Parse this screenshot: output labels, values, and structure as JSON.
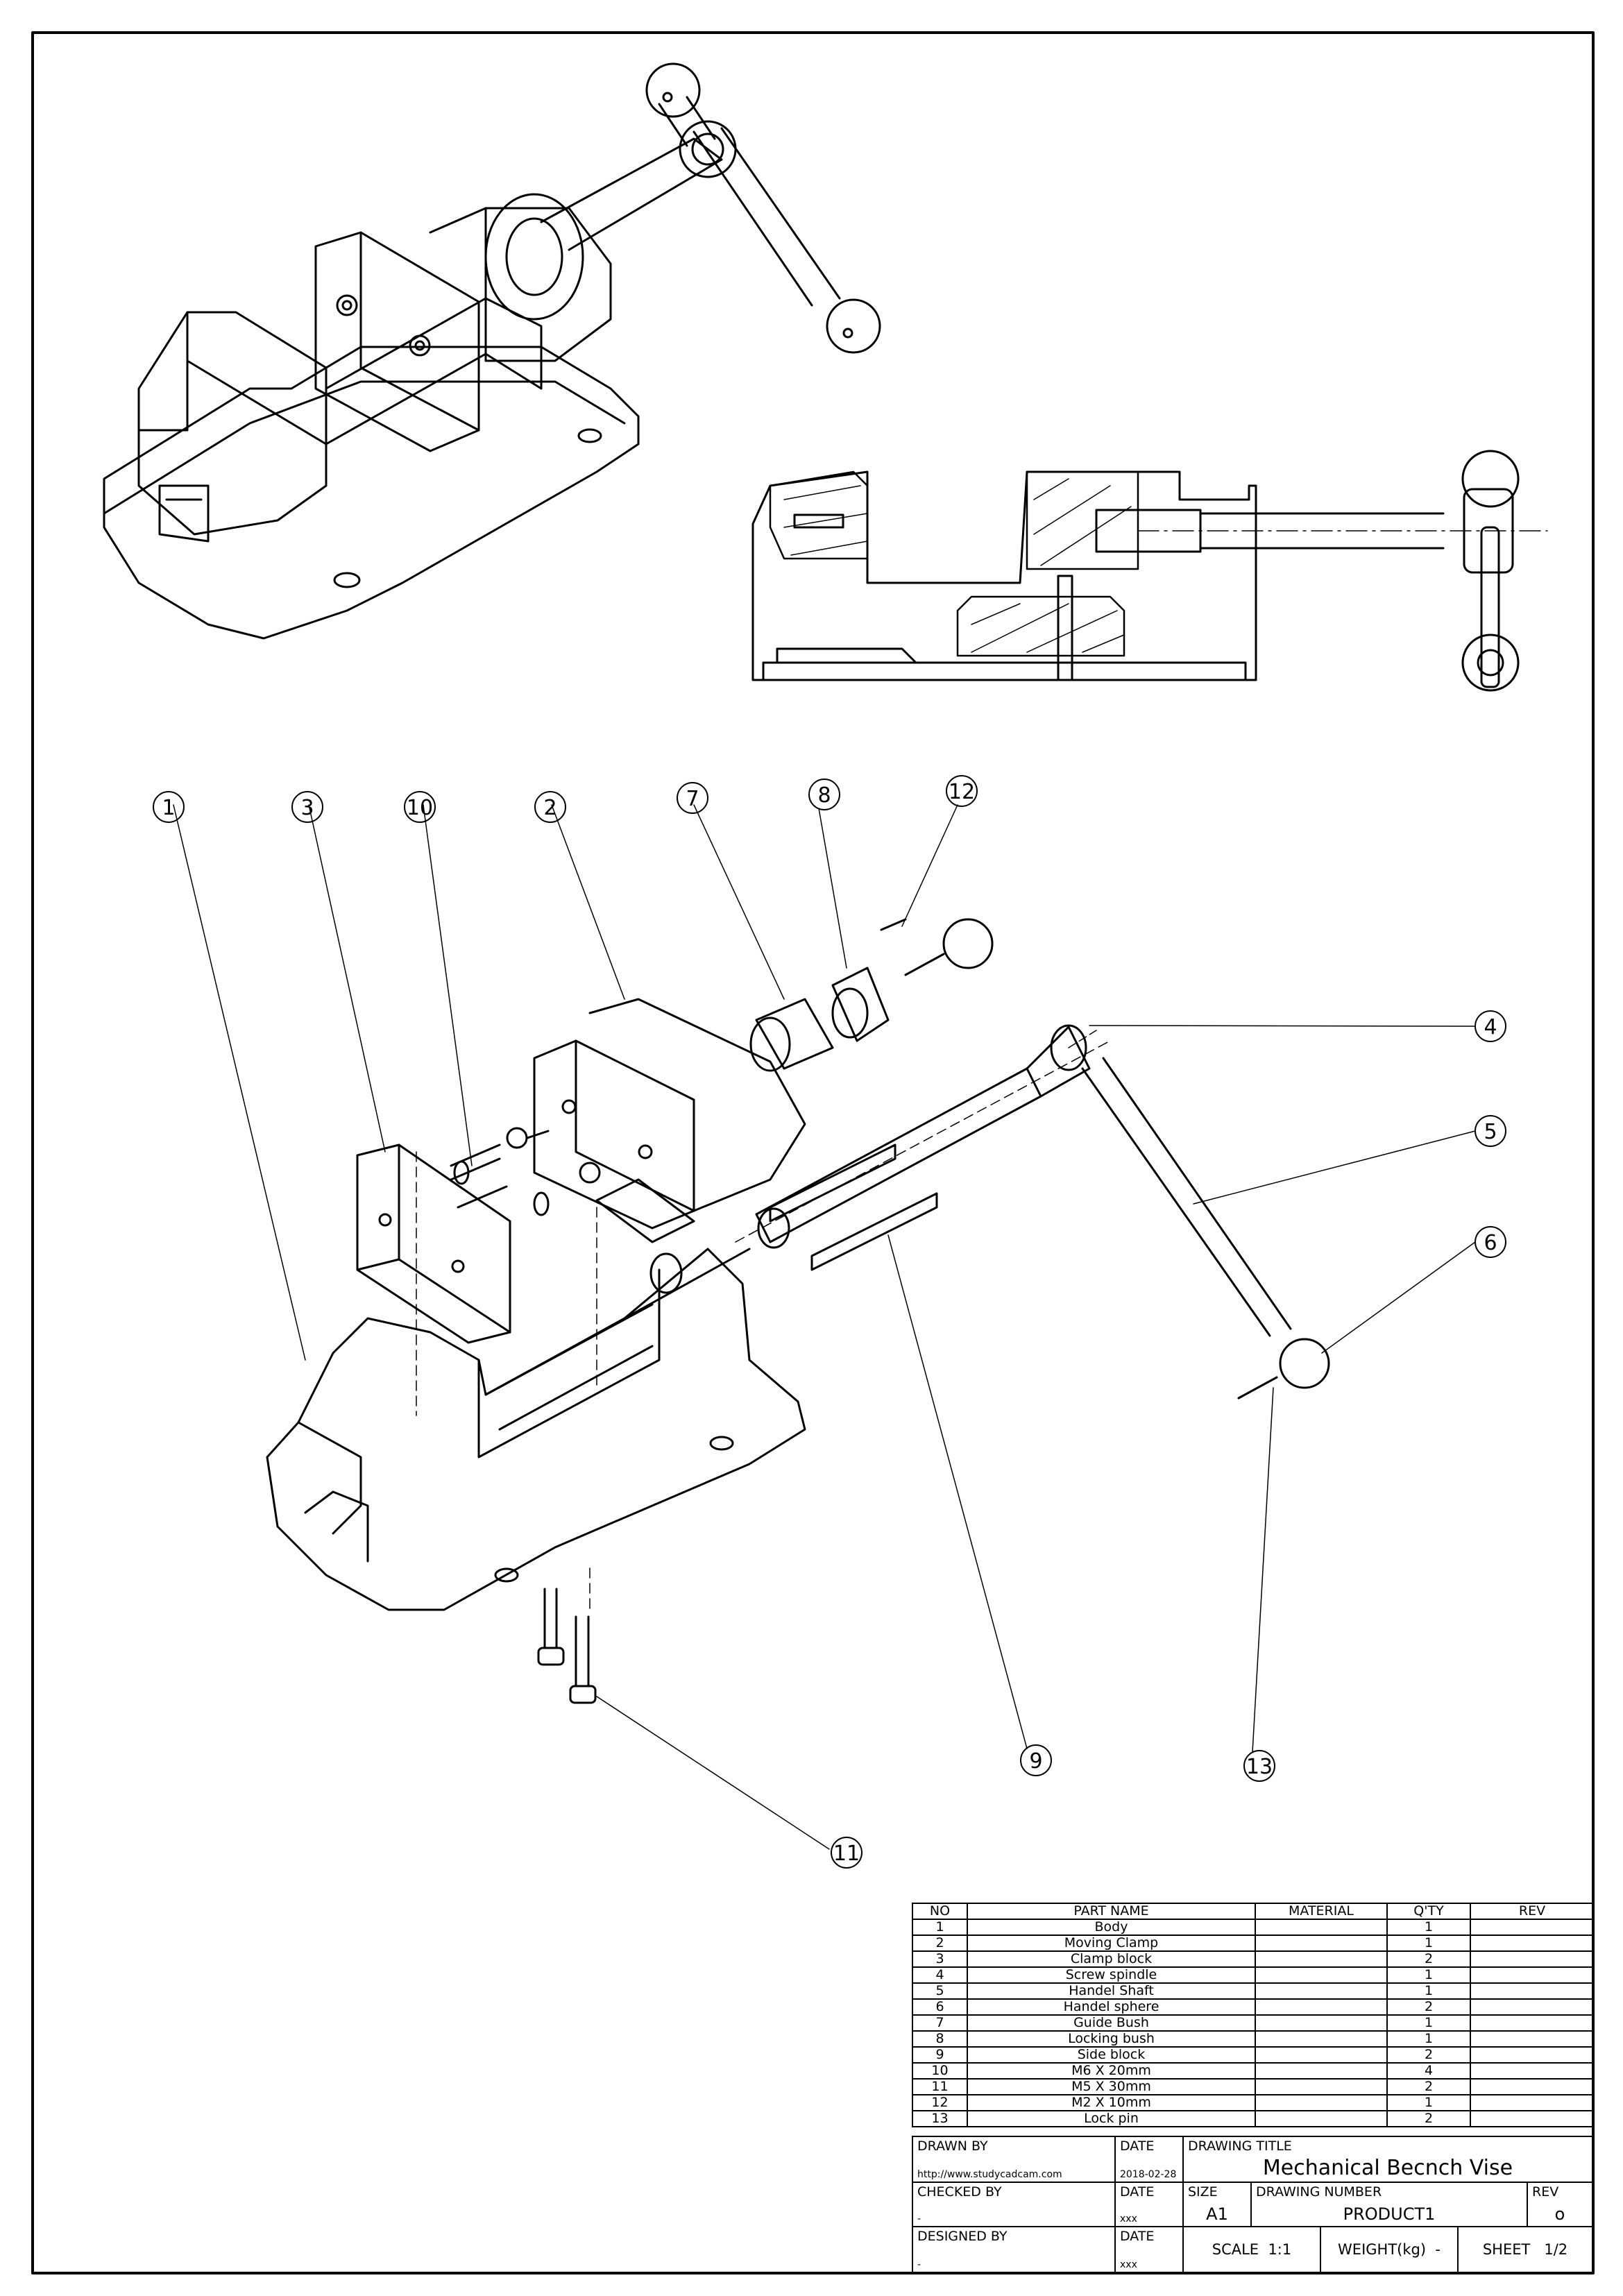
{
  "views": {
    "isometric": "isometric-view",
    "section": "section-view",
    "exploded": "exploded-view"
  },
  "balloons": [
    "1",
    "3",
    "10",
    "2",
    "7",
    "8",
    "12",
    "4",
    "5",
    "6",
    "9",
    "13",
    "11"
  ],
  "bom": {
    "headers": [
      "NO",
      "PART NAME",
      "MATERIAL",
      "Q'TY",
      "REV"
    ],
    "rows": [
      {
        "no": "1",
        "name": "Body",
        "material": "",
        "qty": "1",
        "rev": ""
      },
      {
        "no": "2",
        "name": "Moving Clamp",
        "material": "",
        "qty": "1",
        "rev": ""
      },
      {
        "no": "3",
        "name": "Clamp block",
        "material": "",
        "qty": "2",
        "rev": ""
      },
      {
        "no": "4",
        "name": "Screw spindle",
        "material": "",
        "qty": "1",
        "rev": ""
      },
      {
        "no": "5",
        "name": "Handel Shaft",
        "material": "",
        "qty": "1",
        "rev": ""
      },
      {
        "no": "6",
        "name": "Handel sphere",
        "material": "",
        "qty": "2",
        "rev": ""
      },
      {
        "no": "7",
        "name": "Guide Bush",
        "material": "",
        "qty": "1",
        "rev": ""
      },
      {
        "no": "8",
        "name": "Locking bush",
        "material": "",
        "qty": "1",
        "rev": ""
      },
      {
        "no": "9",
        "name": "Side block",
        "material": "",
        "qty": "2",
        "rev": ""
      },
      {
        "no": "10",
        "name": "M6 X 20mm",
        "material": "",
        "qty": "4",
        "rev": ""
      },
      {
        "no": "11",
        "name": "M5 X 30mm",
        "material": "",
        "qty": "2",
        "rev": ""
      },
      {
        "no": "12",
        "name": "M2 X 10mm",
        "material": "",
        "qty": "1",
        "rev": ""
      },
      {
        "no": "13",
        "name": "Lock pin",
        "material": "",
        "qty": "2",
        "rev": ""
      }
    ]
  },
  "title_block": {
    "drawn_by_label": "DRAWN BY",
    "drawn_by_value": "http://www.studycadcam.com",
    "date_label": "DATE",
    "date_value": "2018-02-28",
    "drawing_title_label": "DRAWING TITLE",
    "drawing_title": "Mechanical Becnch Vise",
    "checked_by_label": "CHECKED BY",
    "checked_by_value": "-",
    "checked_date_value": "xxx",
    "size_label": "SIZE",
    "size_value": "A1",
    "drawing_number_label": "DRAWING NUMBER",
    "drawing_number": "PRODUCT1",
    "rev_label": "REV",
    "rev_value": "o",
    "designed_by_label": "DESIGNED BY",
    "designed_by_value": "-",
    "designed_date_value": "xxx",
    "scale_label": "SCALE",
    "scale_value": "1:1",
    "weight_label": "WEIGHT(kg)",
    "weight_value": "-",
    "sheet_label": "SHEET",
    "sheet_value": "1/2"
  }
}
